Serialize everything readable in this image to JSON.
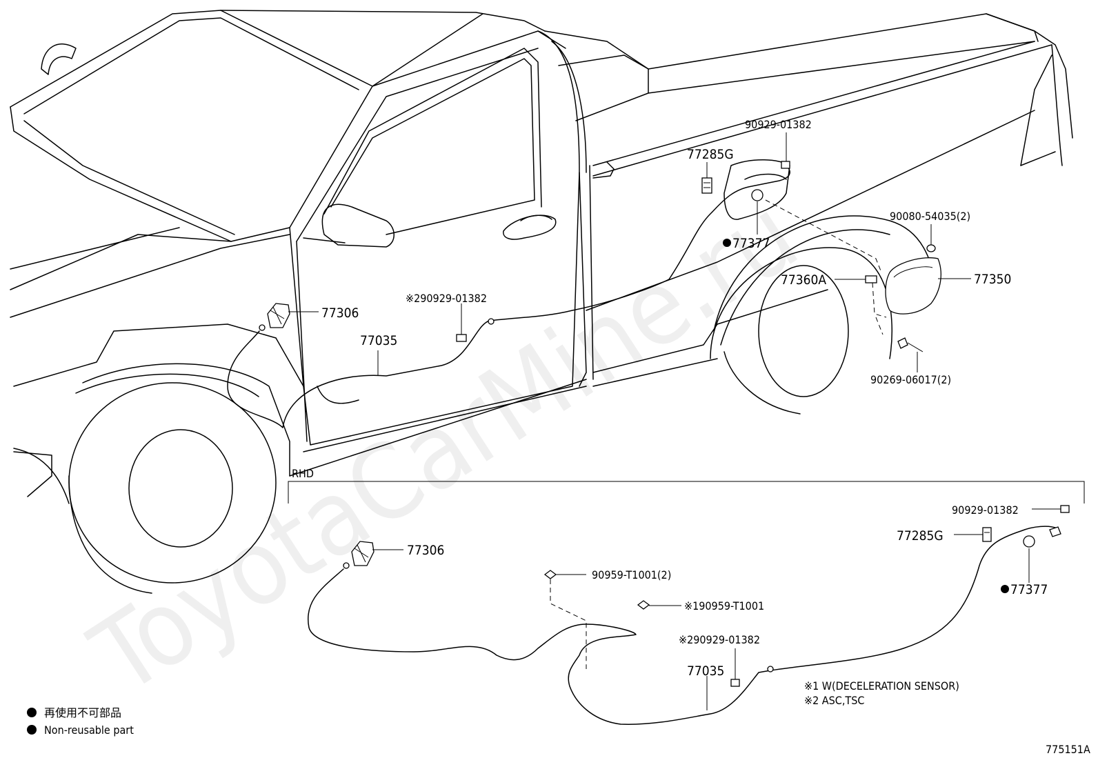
{
  "watermark": "ToyotaCarMine.ru",
  "section_label": "RHD",
  "legend": {
    "bullet_jp": "再使用不可部品",
    "bullet_en": "Non-reusable part"
  },
  "notes": {
    "note1": "※1 W(DECELERATION SENSOR)",
    "note2": "※2 ASC,TSC"
  },
  "figure_id": "775151A",
  "parts_top": {
    "clip_90929_01382": "90929-01382",
    "bracket_77285g": "77285G",
    "clip_90080_54035": "90080-54035(2)",
    "grommet_77377": "77377",
    "opener_77306": "77306",
    "clip_asc_90929_01382": "※290929-01382",
    "cable_77035": "77035",
    "bracket_77360a": "77360A",
    "door_77350": "77350",
    "screw_90269_06017": "90269-06017(2)"
  },
  "parts_rhd": {
    "clip_90929_01382": "90929-01382",
    "bracket_77285g": "77285G",
    "opener_77306": "77306",
    "clip_90959_t1001": "90959-T1001(2)",
    "clip_w_90959_t1001": "※190959-T1001",
    "grommet_77377": "77377",
    "clip_asc_90929_01382": "※290929-01382",
    "cable_77035": "77035"
  }
}
